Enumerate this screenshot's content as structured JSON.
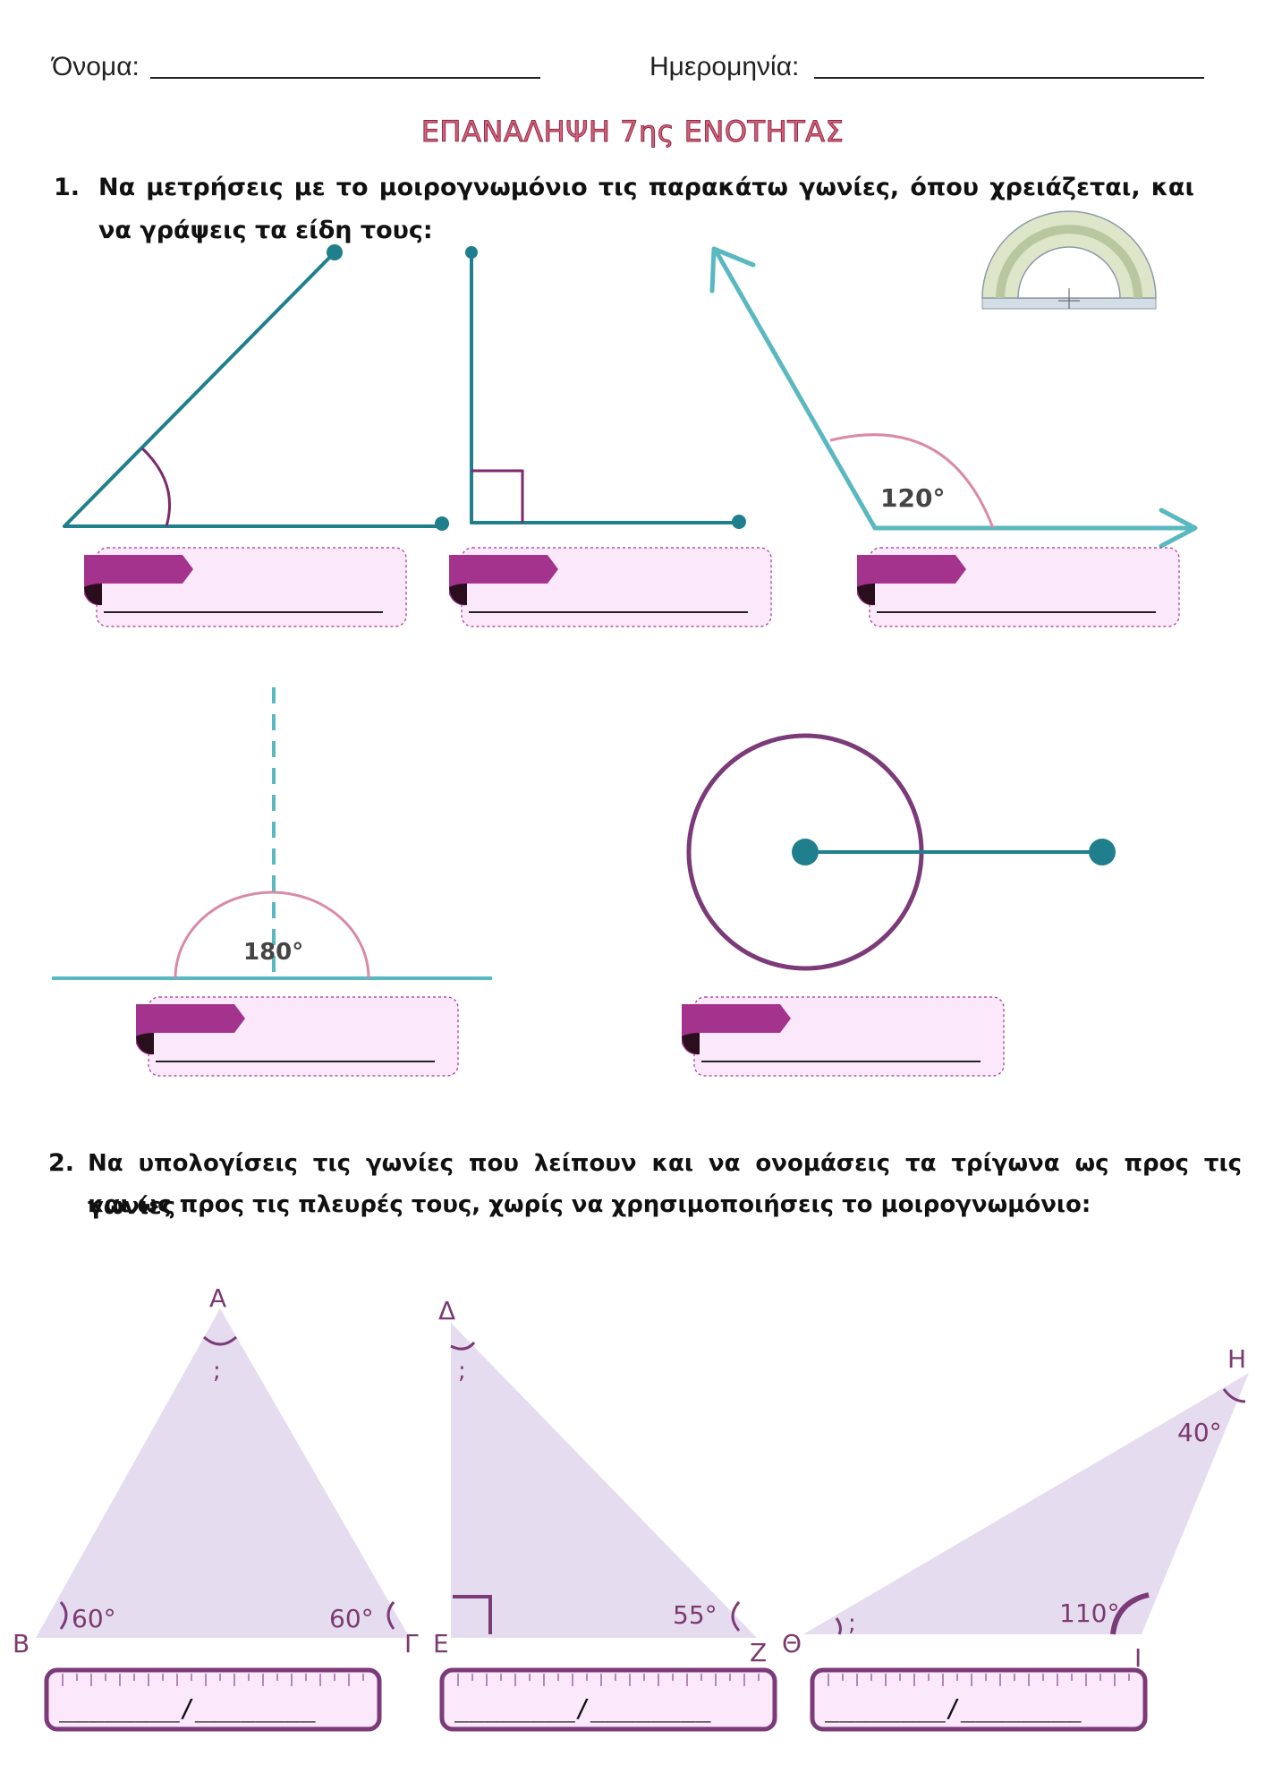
{
  "header": {
    "name_label": "Όνομα:",
    "date_label": "Ημερομηνία:"
  },
  "title": "ΕΠΑΝΑΛΗΨΗ 7ης ΕΝΟΤΗΤΑΣ",
  "question1": {
    "number": "1.",
    "line1": "Να μετρήσεις με το μοιρογνωμόνιο τις παρακάτω γωνίες, όπου χρειάζεται, και",
    "line2": "να γράψεις τα είδη τους:",
    "angle_labels": {
      "obtuse": "120°",
      "straight": "180°"
    }
  },
  "question2": {
    "number": "2.",
    "line1": "Να υπολογίσεις τις γωνίες που λείπουν και να ονομάσεις τα τρίγωνα ως προς τις γωνίες",
    "line2": "και ως προς τις πλευρές τους, χωρίς να χρησιμοποιήσεις το μοιρογνωμόνιο:",
    "triangles": [
      {
        "vertices": [
          "Α",
          "Β",
          "Γ"
        ],
        "angle_B": "60°",
        "angle_G": "60°",
        "unknown": ";"
      },
      {
        "vertices": [
          "Δ",
          "Ε",
          "Ζ"
        ],
        "angle_Z": "55°",
        "unknown": ";"
      },
      {
        "vertices": [
          "Η",
          "Θ",
          "Ι"
        ],
        "angle_H": "40°",
        "angle_I": "110°",
        "unknown": ";"
      }
    ],
    "answer_template": "________/________"
  },
  "colors": {
    "teal": "#1f7f8c",
    "light_teal": "#5ab8c0",
    "purple": "#a4338e",
    "circle": "#7b3a78",
    "pink_arc": "#d98aa8",
    "triangle_fill": "#e6dcef",
    "label_box": "#fbe8fb"
  }
}
